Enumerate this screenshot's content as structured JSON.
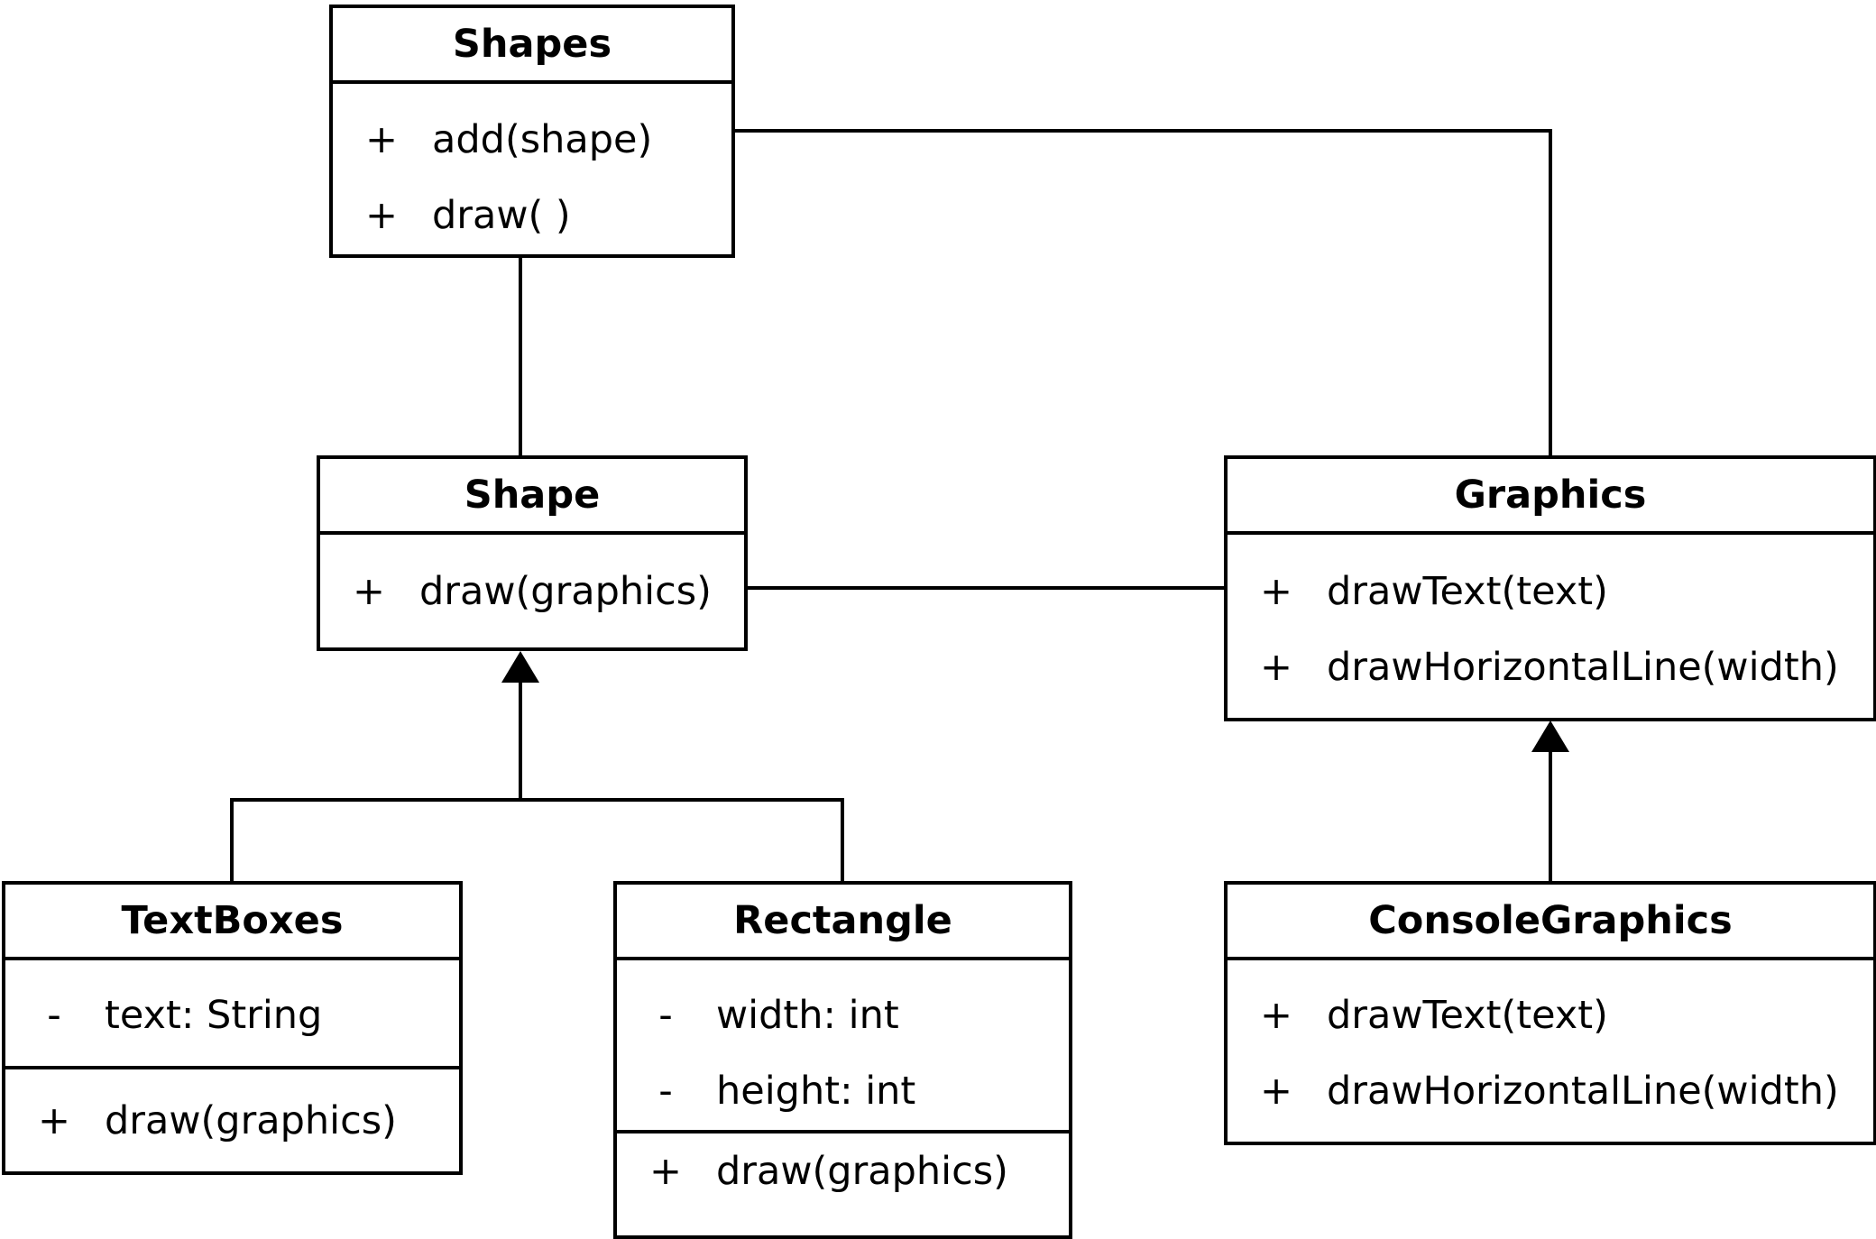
{
  "classes": {
    "shapes": {
      "name": "Shapes",
      "sections": [
        [
          {
            "vis": "+",
            "text": "add(shape)"
          },
          {
            "vis": "+",
            "text": "draw( )"
          }
        ]
      ]
    },
    "shape": {
      "name": "Shape",
      "sections": [
        [
          {
            "vis": "+",
            "text": "draw(graphics)"
          }
        ]
      ]
    },
    "graphics": {
      "name": "Graphics",
      "sections": [
        [
          {
            "vis": "+",
            "text": "drawText(text)"
          },
          {
            "vis": "+",
            "text": "drawHorizontalLine(width)"
          }
        ]
      ]
    },
    "textboxes": {
      "name": "TextBoxes",
      "sections": [
        [
          {
            "vis": "-",
            "text": "text: String"
          }
        ],
        [
          {
            "vis": "+",
            "text": "draw(graphics)"
          }
        ]
      ]
    },
    "rectangle": {
      "name": "Rectangle",
      "sections": [
        [
          {
            "vis": "-",
            "text": "width: int"
          },
          {
            "vis": "-",
            "text": "height: int"
          }
        ],
        [
          {
            "vis": "+",
            "text": "draw(graphics)"
          }
        ]
      ]
    },
    "consolegraphics": {
      "name": "ConsoleGraphics",
      "sections": [
        [
          {
            "vis": "+",
            "text": "drawText(text)"
          },
          {
            "vis": "+",
            "text": "drawHorizontalLine(width)"
          }
        ]
      ]
    }
  },
  "relations": [
    {
      "from": "shapes",
      "to": "shape",
      "kind": "association"
    },
    {
      "from": "shapes",
      "to": "graphics",
      "kind": "association"
    },
    {
      "from": "shape",
      "to": "graphics",
      "kind": "association"
    },
    {
      "from": "textboxes",
      "to": "shape",
      "kind": "generalization"
    },
    {
      "from": "rectangle",
      "to": "shape",
      "kind": "generalization"
    },
    {
      "from": "consolegraphics",
      "to": "graphics",
      "kind": "generalization"
    }
  ]
}
